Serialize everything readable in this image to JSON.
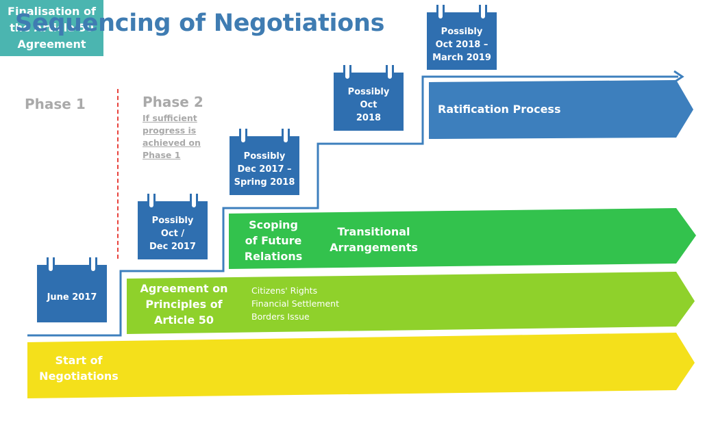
{
  "title": "Sequencing of Negotiations",
  "phases": {
    "phase1": "Phase 1",
    "phase2": "Phase 2",
    "phase2_note": "If sufficient progress is achieved on Phase 1"
  },
  "calendars": [
    {
      "label": "June 2017"
    },
    {
      "label": "Possibly\nOct /\nDec 2017"
    },
    {
      "label": "Possibly\nDec 2017 –\nSpring 2018"
    },
    {
      "label": "Possibly\nOct\n2018"
    },
    {
      "label": "Possibly\nOct 2018 –\nMarch 2019"
    }
  ],
  "arrows": {
    "start": "Start of\nNegotiations",
    "agreement": "Agreement on\nPrinciples of\nArticle 50",
    "agreement_items": [
      "Citizens' Rights",
      "Financial Settlement",
      "Borders Issue"
    ],
    "scoping": "Scoping\nof Future\nRelations",
    "transitional": "Transitional\nArrangements",
    "finalisation": "Finalisation of\nthe Article 50\nAgreement",
    "ratification": "Ratification Process"
  },
  "colors": {
    "title": "#3f7cb2",
    "calendar": "#2f6fb0",
    "start_arrow": "#f4e01b",
    "agreement_arrow": "#8fd12b",
    "scoping_arrow": "#33c24d",
    "finalisation_box": "#4bb5b0",
    "ratification_arrow": "#3d7fbd",
    "divider": "#e8413b"
  }
}
